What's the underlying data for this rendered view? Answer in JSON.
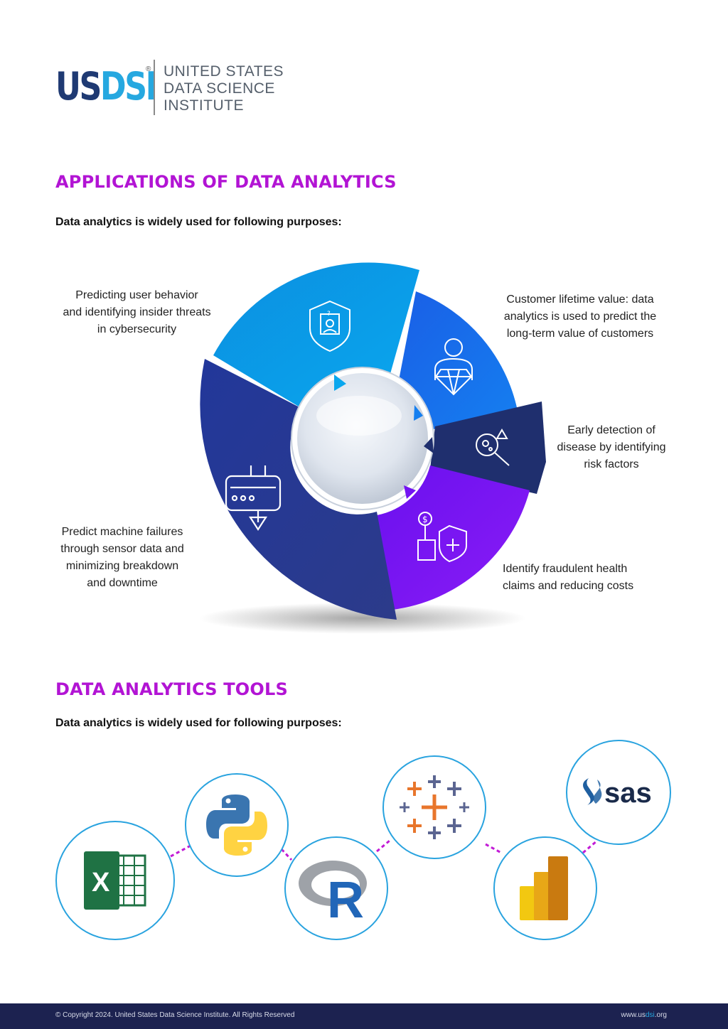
{
  "header": {
    "logo_us": "US",
    "logo_dsi": "DSI",
    "logo_reg": "®",
    "org_line1": "UNITED STATES",
    "org_line2": "DATA SCIENCE",
    "org_line3": "INSTITUTE"
  },
  "applications": {
    "title": "APPLICATIONS OF DATA ANALYTICS",
    "subtitle": "Data analytics is widely used for following purposes:",
    "items": [
      {
        "icon": "shield-user-icon",
        "color": "#0aa0ea",
        "lines": [
          "Predicting user behavior",
          "and identifying insider threats",
          "in cybersecurity"
        ]
      },
      {
        "icon": "person-diamond-icon",
        "color": "#1e6ef0",
        "lines": [
          "Customer lifetime value: data",
          "analytics is used to predict the",
          "long-term value of customers"
        ]
      },
      {
        "icon": "virus-magnifier-icon",
        "color": "#1f2f6e",
        "lines": [
          "Early detection of",
          "disease by identifying",
          "risk factors"
        ]
      },
      {
        "icon": "hand-dollar-shield-icon",
        "color": "#7313f2",
        "lines": [
          "Identify fraudulent health",
          "claims and reducing costs"
        ]
      },
      {
        "icon": "machine-sensor-icon",
        "color": "#263a95",
        "lines": [
          "Predict machine failures",
          "through sensor data and",
          "minimizing breakdown",
          "and downtime"
        ]
      }
    ]
  },
  "tools": {
    "title": "DATA ANALYTICS TOOLS",
    "subtitle": "Data analytics is widely used for following purposes:",
    "items": [
      {
        "icon": "excel-icon",
        "label": "X"
      },
      {
        "icon": "python-icon"
      },
      {
        "icon": "r-icon",
        "label": "R"
      },
      {
        "icon": "tableau-icon"
      },
      {
        "icon": "power-bi-icon"
      },
      {
        "icon": "sas-icon",
        "label": "sas"
      }
    ]
  },
  "footer": {
    "copyright": "© Copyright 2024. United States Data Science Institute. All Rights Reserved",
    "url_prefix": "www.us",
    "url_highlight": "dsi",
    "url_suffix": ".org"
  },
  "colors": {
    "accent": "#b214d4",
    "brand_dark": "#1f3a73",
    "brand_light": "#26a8e0",
    "footer_bg": "#1c2250"
  }
}
